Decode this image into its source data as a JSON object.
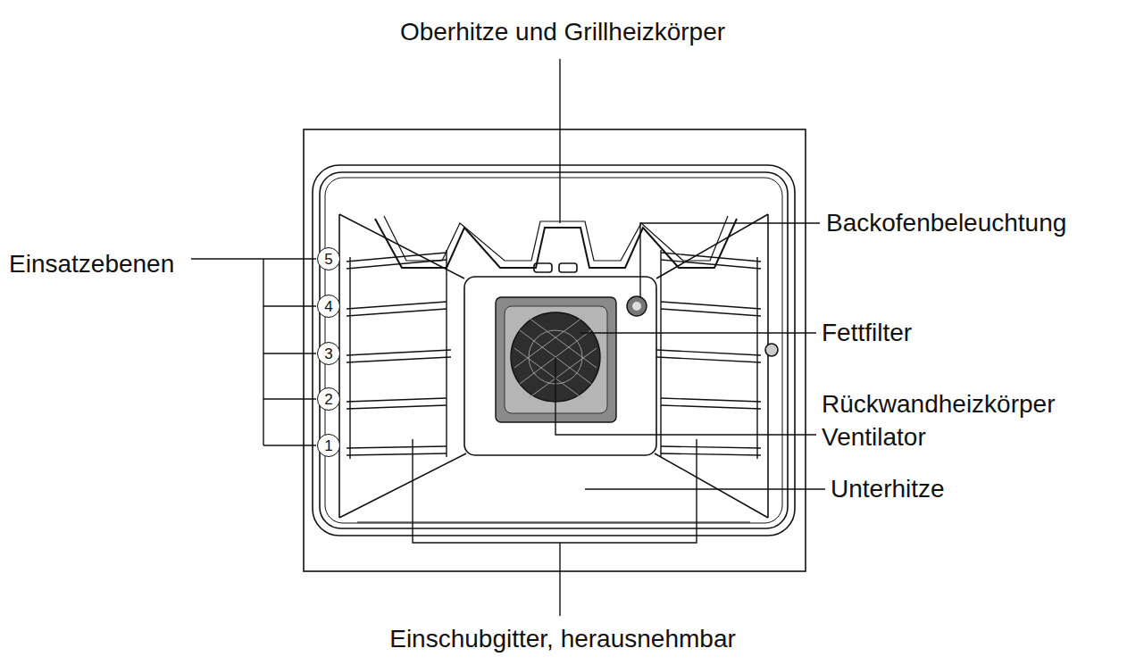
{
  "diagram": {
    "nodes": [
      {
        "text": [
          "5"
        ]
      },
      {
        "text": [
          "4"
        ]
      },
      {
        "text": [
          "3"
        ]
      },
      {
        "text": [
          "2"
        ]
      },
      {
        "text": [
          "1"
        ]
      }
    ],
    "labels": [
      "Oberhitze und Grillheizkörper",
      "Backofenbeleuchtung",
      "Einsatzebenen",
      "Fettfilter",
      "Rückwandheizkörper",
      "Ventilator",
      "Unterhitze",
      "Einschubgitter, herausnehmbar"
    ]
  }
}
